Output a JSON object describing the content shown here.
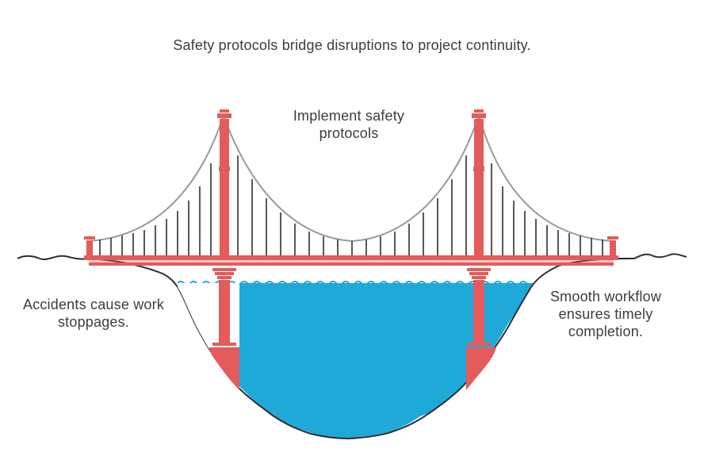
{
  "title": "Safety protocols bridge disruptions to project continuity.",
  "labels": {
    "top": "Implement safety protocols",
    "left": "Accidents cause work stoppages.",
    "right": "Smooth workflow ensures timely completion."
  },
  "colors": {
    "bridge": "#e35b5a",
    "cable": "#9a9a9a",
    "hanger": "#2e2e2e",
    "water": "#1fa9d9",
    "ground": "#2f2f2f",
    "text": "#3c3c3c"
  }
}
